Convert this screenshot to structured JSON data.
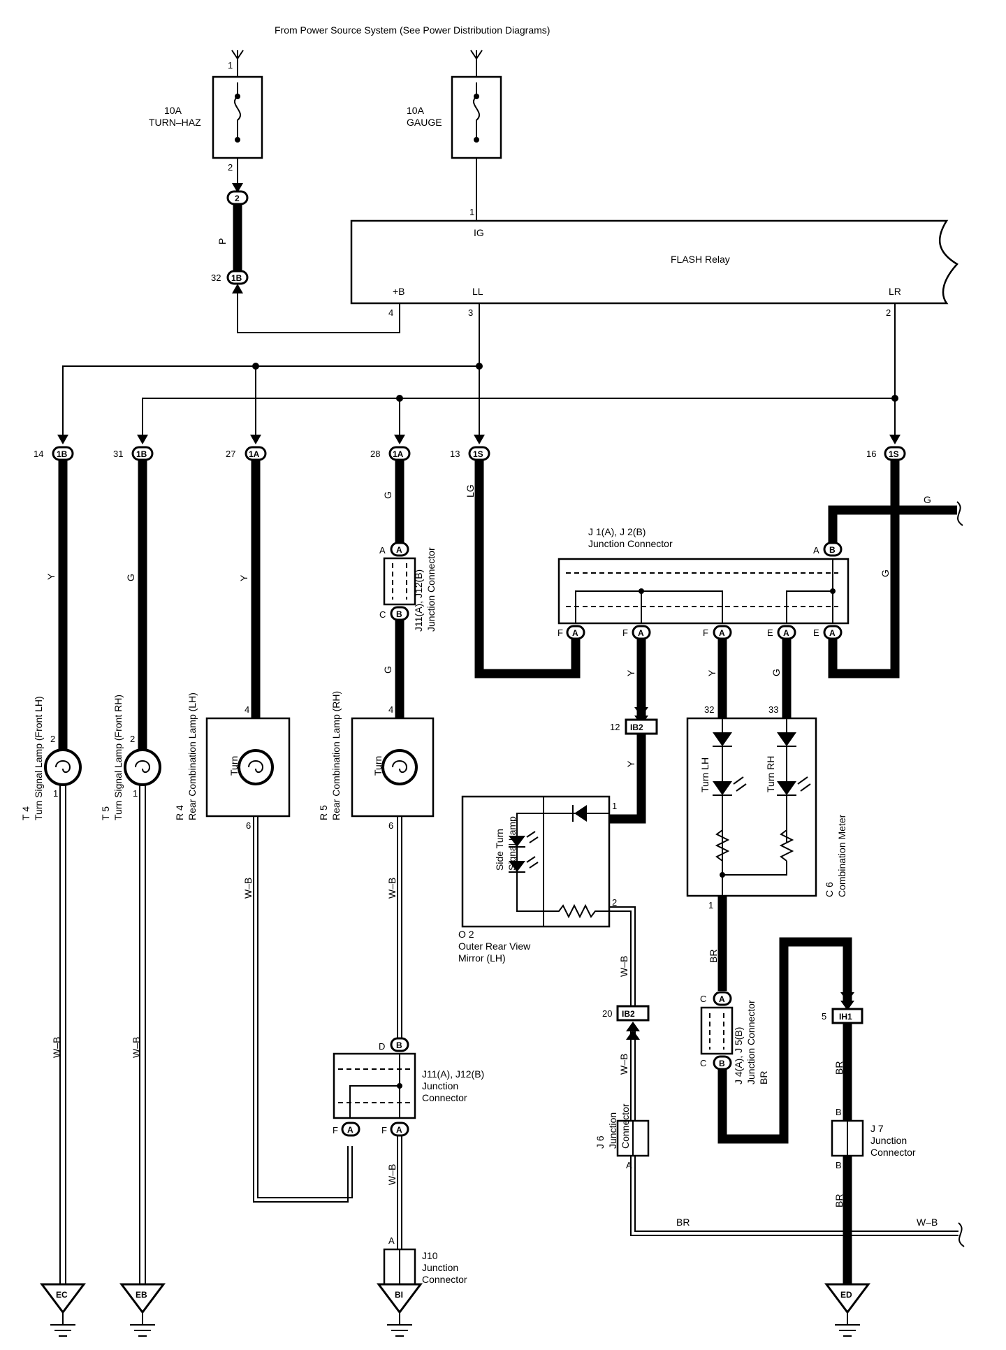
{
  "diagram": {
    "header": "From Power Source System (See Power Distribution Diagrams)",
    "fuses": [
      {
        "rating": "10A",
        "name": "TURN–HAZ",
        "pin_in": "1",
        "pin_out": "2"
      },
      {
        "rating": "10A",
        "name": "GAUGE"
      }
    ],
    "flash_relay": {
      "name": "FLASH Relay",
      "pins": [
        "IG",
        "+B",
        "LL",
        "LR"
      ],
      "pin_numbers": [
        "1",
        "4",
        "3",
        "2"
      ]
    },
    "connectors_top": [
      {
        "pin": "2",
        "connector": "2"
      },
      {
        "pin": "32",
        "connector": "1B"
      },
      {
        "pin": "14",
        "connector": "1B"
      },
      {
        "pin": "31",
        "connector": "1B"
      },
      {
        "pin": "27",
        "connector": "1A"
      },
      {
        "pin": "28",
        "connector": "1A"
      },
      {
        "pin": "13",
        "connector": "1S"
      },
      {
        "pin": "16",
        "connector": "1S"
      },
      {
        "pin": "12",
        "connector": "IB2"
      },
      {
        "pin": "20",
        "connector": "IB2"
      },
      {
        "pin": "5",
        "connector": "IH1"
      }
    ],
    "wire_colors": [
      "P",
      "Y",
      "G",
      "Y",
      "G",
      "G",
      "LG",
      "G",
      "G",
      "Y",
      "Y",
      "G",
      "Y",
      "W–B",
      "W–B",
      "W–B",
      "W–B",
      "W–B",
      "W–B",
      "W–B",
      "BR",
      "BR",
      "BR",
      "BR",
      "W–B"
    ],
    "components": [
      {
        "id": "T 4",
        "name": "Turn Signal Lamp (Front LH)",
        "pins": [
          "2",
          "1"
        ]
      },
      {
        "id": "T 5",
        "name": "Turn Signal Lamp (Front RH)",
        "pins": [
          "2",
          "1"
        ]
      },
      {
        "id": "R 4",
        "name": "Rear Combination Lamp (LH)",
        "inner": "Turn",
        "pins": [
          "4",
          "6"
        ]
      },
      {
        "id": "R 5",
        "name": "Rear Combination Lamp (RH)",
        "inner": "Turn",
        "pins": [
          "4",
          "6"
        ]
      },
      {
        "id": "O 2",
        "name": "Outer Rear View",
        "name2": "Mirror (LH)",
        "inner1": "Side Turn",
        "inner2": "Signal Lamp",
        "pins": [
          "1",
          "2"
        ]
      },
      {
        "id": "C 6",
        "name": "Combination Meter",
        "inner1": "Turn LH",
        "inner2": "Turn RH",
        "pins": [
          "32",
          "33",
          "1"
        ]
      }
    ],
    "junctions": [
      {
        "id": "J 1(A), J 2(B)",
        "name": "Junction Connector",
        "pins": [
          "A",
          "B",
          "F",
          "A",
          "F",
          "A",
          "F",
          "A",
          "E",
          "A",
          "E",
          "A"
        ]
      },
      {
        "id": "J11(A), J12(B)",
        "name": "Junction Connector",
        "pins": [
          "A",
          "A",
          "C",
          "B"
        ]
      },
      {
        "id": "J11(A), J12(B)",
        "name": "Junction",
        "name2": "Connector",
        "pins": [
          "D",
          "B",
          "F",
          "A",
          "F",
          "A"
        ]
      },
      {
        "id": "J 4(A), J 5(B)",
        "name": "Junction Connector",
        "pins": [
          "C",
          "A",
          "C",
          "B"
        ]
      },
      {
        "id": "J 6",
        "name": "Junction",
        "name2": "Connector",
        "pins": [
          "A"
        ]
      },
      {
        "id": "J 7",
        "name": "Junction",
        "name2": "Connector",
        "pins": [
          "B",
          "B"
        ]
      },
      {
        "id": "J10",
        "name": "Junction",
        "name2": "Connector",
        "pins": [
          "A"
        ]
      }
    ],
    "grounds": [
      "EC",
      "EB",
      "BI",
      "ED"
    ]
  }
}
